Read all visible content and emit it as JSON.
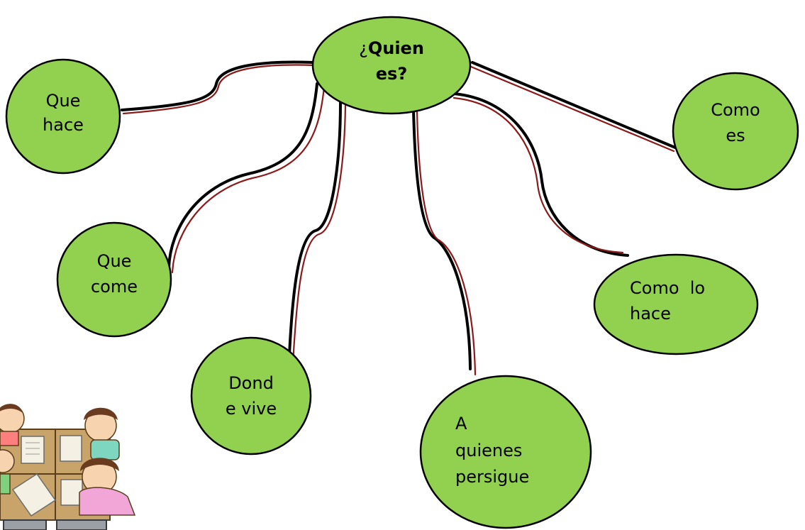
{
  "center": {
    "prefix": "¿",
    "line1": "Quien",
    "line2": "es?"
  },
  "nodes": {
    "que_hace": {
      "line1": "Que",
      "line2": "hace"
    },
    "que_come": {
      "line1": "Que",
      "line2": "come"
    },
    "donde_vive": {
      "line1": "Dond",
      "line2": "e vive"
    },
    "a_quienes": {
      "line1": "A",
      "line2": "quienes",
      "line3": "persigue"
    },
    "como_lo_hace": {
      "line1": "Como  lo",
      "line2": "hace"
    },
    "como_es": {
      "line1": "Como",
      "line2": "es"
    }
  },
  "colors": {
    "node_fill": "#92d050",
    "connector_dark": "#000000",
    "connector_red": "#8b1a1a"
  },
  "illustration": {
    "icon": "children-studying-icon"
  }
}
